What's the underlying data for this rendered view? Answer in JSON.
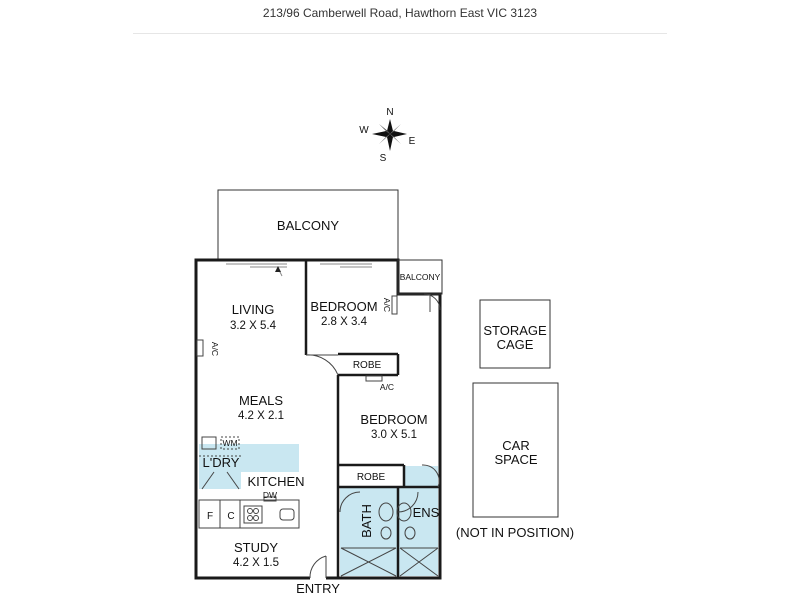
{
  "header": {
    "address": "213/96 Camberwell Road, Hawthorn East VIC 3123"
  },
  "compass": {
    "n": "N",
    "s": "S",
    "e": "E",
    "w": "W"
  },
  "rooms": {
    "balcony_main": "BALCONY",
    "balcony_small": "BALCONY",
    "living": {
      "name": "LIVING",
      "dims": "3.2 X 5.4"
    },
    "bedroom1": {
      "name": "BEDROOM",
      "dims": "2.8 X 3.4"
    },
    "meals": {
      "name": "MEALS",
      "dims": "4.2 X 2.1"
    },
    "bedroom2": {
      "name": "BEDROOM",
      "dims": "3.0 X 5.1"
    },
    "laundry": "L'DRY",
    "kitchen": "KITCHEN",
    "study": {
      "name": "STUDY",
      "dims": "4.2 X 1.5"
    },
    "robe1": "ROBE",
    "robe2": "ROBE",
    "bath": "BATH",
    "ensuite": "ENS",
    "entry": "ENTRY"
  },
  "fixtures": {
    "ac": "A/C",
    "wm": "WM",
    "dw": "DW",
    "fridge": "F",
    "cupboard": "C"
  },
  "external": {
    "storage_line1": "STORAGE",
    "storage_line2": "CAGE",
    "car_line1": "CAR",
    "car_line2": "SPACE",
    "note": "(NOT IN POSITION)"
  },
  "colors": {
    "wet_area": "#c9e7f1",
    "wall": "#1a1a1a",
    "rule": "#e6e6e6"
  }
}
